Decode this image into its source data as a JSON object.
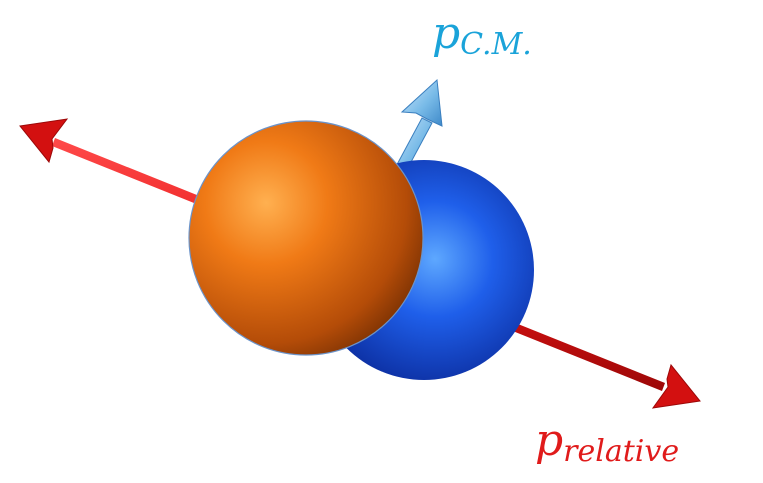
{
  "labels": {
    "cm": {
      "main": "p",
      "sub": "C.M.",
      "color": "#1aa3d9"
    },
    "relative": {
      "main": "p",
      "sub": "relative",
      "color": "#e01b1b"
    }
  },
  "colors": {
    "relative_arrow": "#e31313",
    "cm_arrow": "#6fb3e6",
    "orange_sphere": "#f07a16",
    "blue_sphere": "#1744d4"
  }
}
